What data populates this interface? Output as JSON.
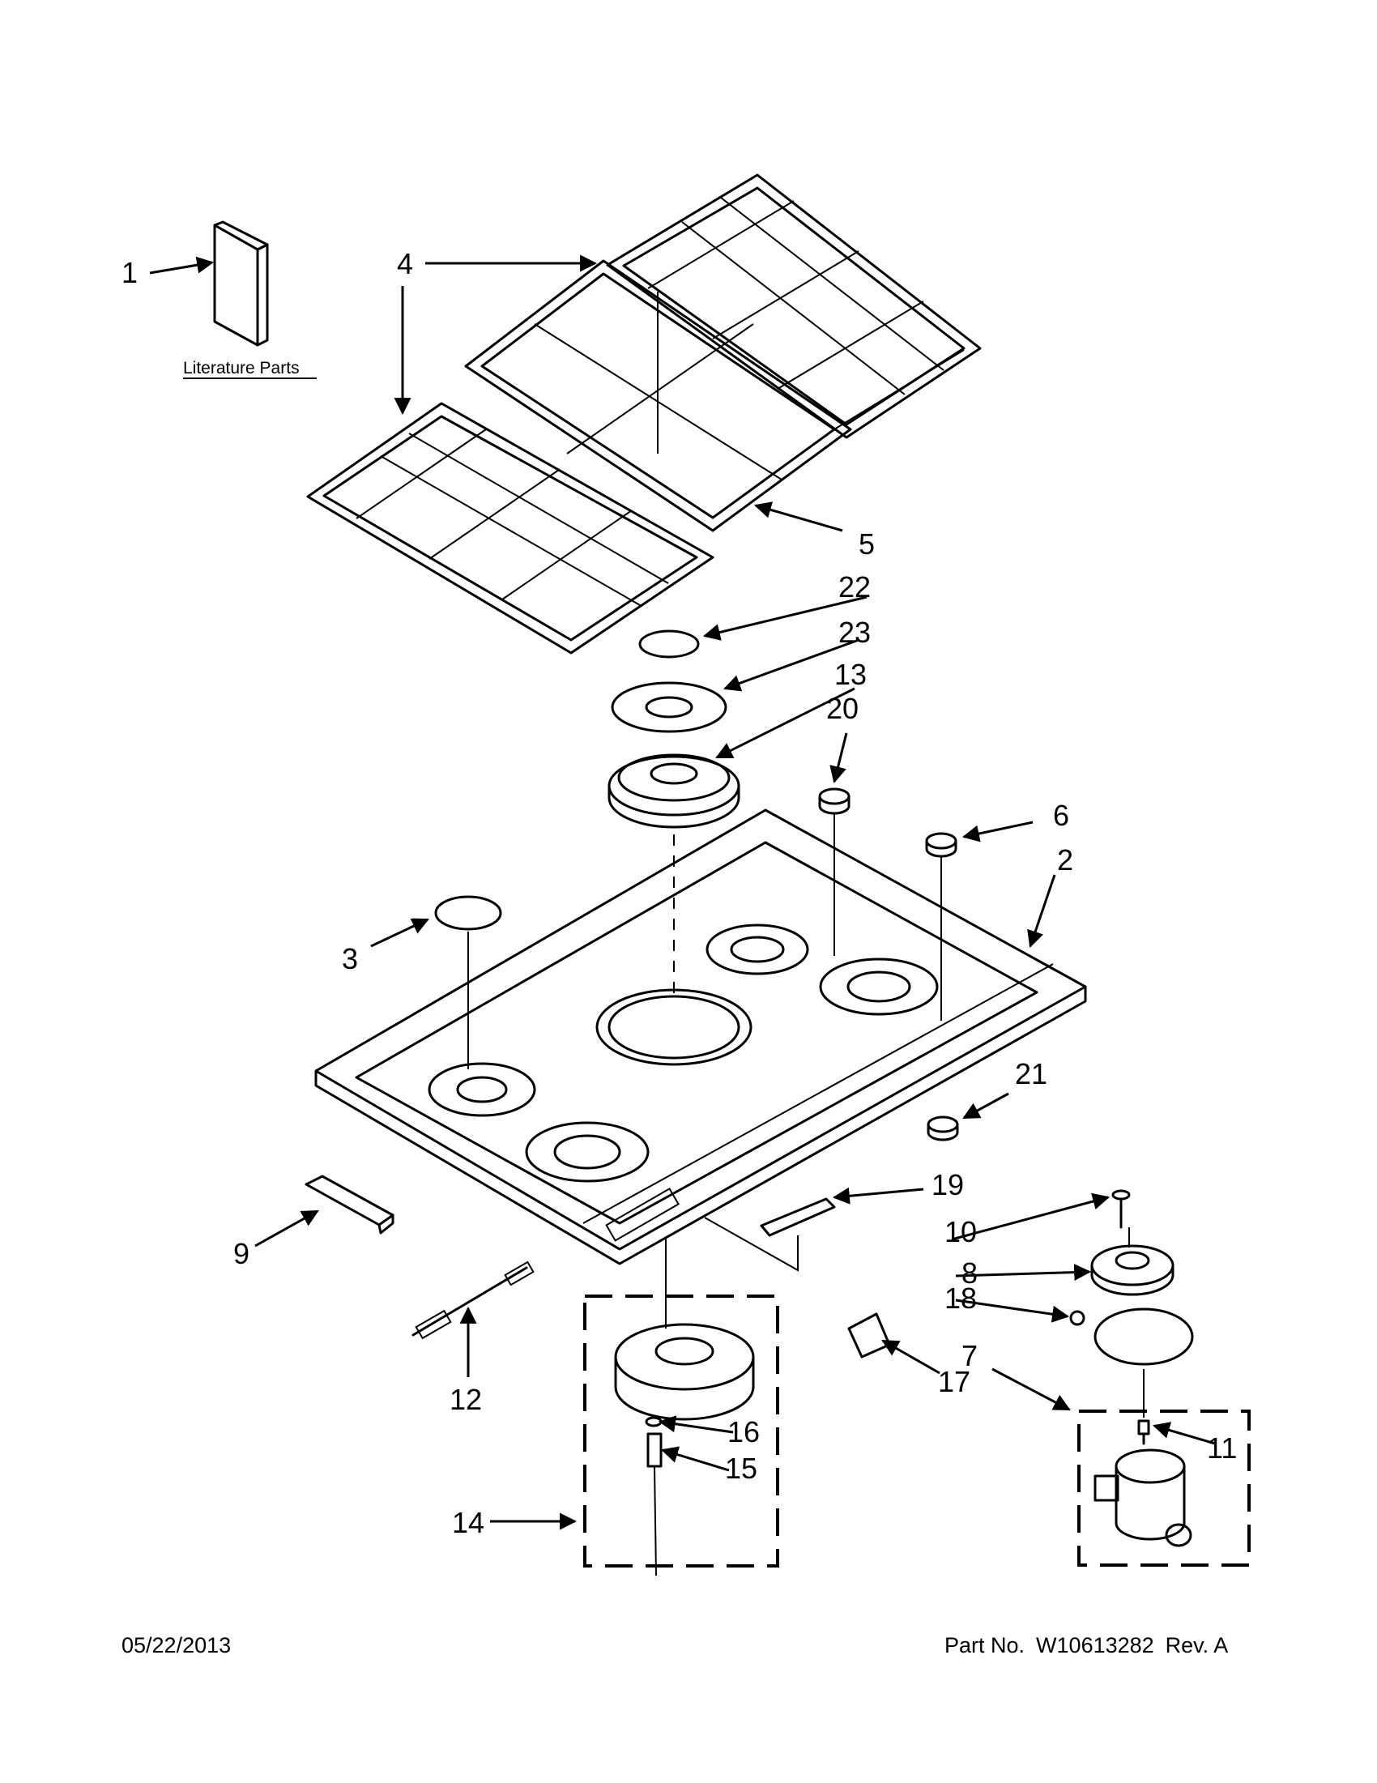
{
  "diagram": {
    "literature_caption": "Literature Parts",
    "callouts": [
      {
        "id": "c1",
        "text": "1"
      },
      {
        "id": "c2",
        "text": "2"
      },
      {
        "id": "c3",
        "text": "3"
      },
      {
        "id": "c4",
        "text": "4"
      },
      {
        "id": "c5",
        "text": "5"
      },
      {
        "id": "c6",
        "text": "6"
      },
      {
        "id": "c7",
        "text": "7"
      },
      {
        "id": "c8",
        "text": "8"
      },
      {
        "id": "c9",
        "text": "9"
      },
      {
        "id": "c10",
        "text": "10"
      },
      {
        "id": "c11",
        "text": "11"
      },
      {
        "id": "c12",
        "text": "12"
      },
      {
        "id": "c13",
        "text": "13"
      },
      {
        "id": "c14",
        "text": "14"
      },
      {
        "id": "c15",
        "text": "15"
      },
      {
        "id": "c16",
        "text": "16"
      },
      {
        "id": "c17",
        "text": "17"
      },
      {
        "id": "c18",
        "text": "18"
      },
      {
        "id": "c19",
        "text": "19"
      },
      {
        "id": "c20",
        "text": "20"
      },
      {
        "id": "c21",
        "text": "21"
      },
      {
        "id": "c22",
        "text": "22"
      },
      {
        "id": "c23",
        "text": "23"
      }
    ]
  },
  "footer": {
    "date": "05/22/2013",
    "part_label": "Part No.",
    "part_number": "W10613282",
    "revision": "Rev. A"
  }
}
